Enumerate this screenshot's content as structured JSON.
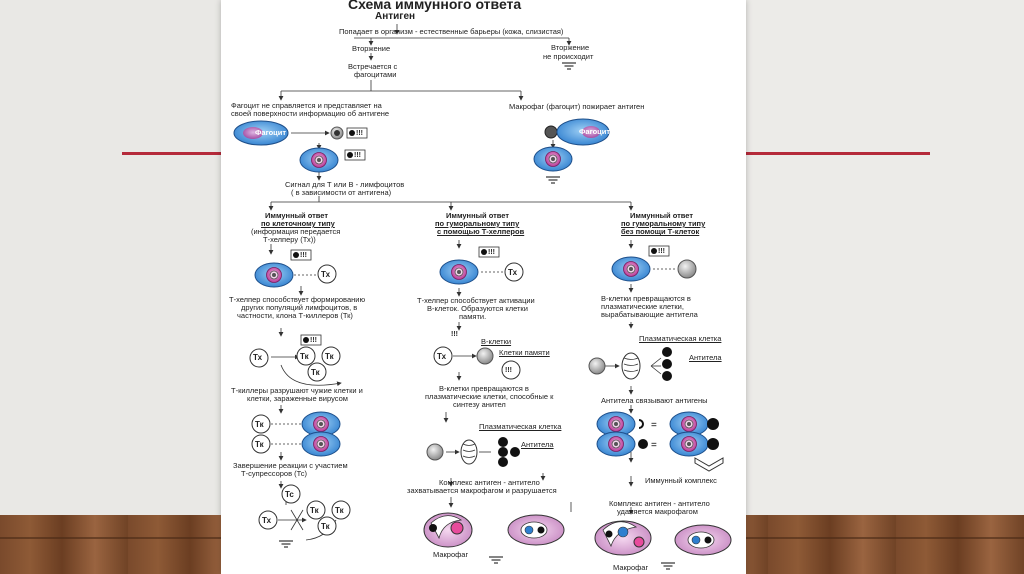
{
  "title": "Схема иммунного ответа",
  "antigen": "Антиген",
  "barriers": "Попадает в организм - естественные барьеры (кожа, слизистая)",
  "invasion": "Вторжение",
  "no_invasion_1": "Вторжение",
  "no_invasion_2": "не происходит",
  "meets_1": "Встречается с",
  "meets_2": "фагоцитами",
  "fail_1": "Фагоцит не справляется и представляет на",
  "fail_2": "своей поверхности информацию об антигене",
  "macrophage_eats": "Макрофаг (фагоцит) пожирает антиген",
  "phagocyte": "Фагоцит",
  "marker": "!!!",
  "signal_1": "Сигнал для Т или В - лимфоцитов",
  "signal_2": "( в зависимости от антигена)",
  "col1": {
    "h1": "Иммунный ответ",
    "h2": "по клеточному типу",
    "h3": "(информация передается",
    "h4": "Т-хелперу (Тх))",
    "tx": "Тх",
    "tk": "Тк",
    "tc": "Тс",
    "p1_1": "Т-хелпер способствует формированию",
    "p1_2": "других популяций лимфоцитов, в",
    "p1_3": "частности, клона Т-киллеров (Тк)",
    "p2_1": "Т-киллеры разрушают чужие клетки и",
    "p2_2": "клетки, зараженные вирусом",
    "p3_1": "Завершение реакции с участием",
    "p3_2": "Т-супрессоров (Тс)"
  },
  "col2": {
    "h1": "Иммунный ответ",
    "h2": "по гуморальному типу",
    "h3": "с помощью Т-хелперов",
    "p1_1": "Т-хелпер способствует активации",
    "p1_2": "В-клеток. Образуются клетки",
    "p1_3": "памяти.",
    "bcells": "В-клетки",
    "memory": "Клетки памяти",
    "p2_1": "В-клетки превращаются в",
    "p2_2": "плазматические клетки, способные к",
    "p2_3": "синтезу анител",
    "plasma": "Плазматическая клетка",
    "antibodies": "Антитела",
    "p3_1": "Комплекс антиген - антитело",
    "p3_2": "захватывается макрофагом и разрушается",
    "macrophage": "Макрофаг"
  },
  "col3": {
    "h1": "Иммунный ответ",
    "h2": "по гуморальному типу",
    "h3": "без помощи Т-клеток",
    "p1_1": "В-клетки превращаются в",
    "p1_2": "плазматические клетки,",
    "p1_3": "вырабатывающие антитела",
    "plasma": "Плазматическая клетка",
    "antibodies": "Антитела",
    "bind": "Антитела связывают антигены",
    "complex": "Иммунный комплекс",
    "p2_1": "Комплекс антиген - антитело",
    "p2_2": "удаляется макрофагом",
    "macrophage": "Макрофаг"
  },
  "colors": {
    "cell_outer": "#3a8fd8",
    "cell_inner": "#c040a0",
    "accent_line": "#b52a3a"
  }
}
